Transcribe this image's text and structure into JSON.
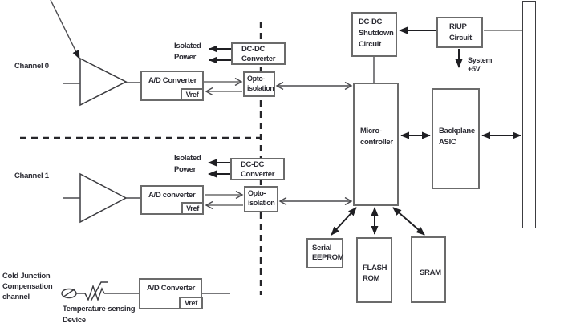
{
  "colors": {
    "text": "#2c2c34",
    "box_border": "#6b6b6b",
    "line": "#4a4a4e",
    "arrow": "#1f1f23",
    "dash": "#26262a",
    "background": "#ffffff"
  },
  "diagram": {
    "channel0": {
      "label": "Channel 0",
      "adc_label": "A/D Converter",
      "vref_label": "Vref",
      "isolated_line1": "Isolated",
      "isolated_line2": "Power",
      "dcdc_line1": "DC-DC",
      "dcdc_line2": "Converter",
      "opto_line1": "Opto-",
      "opto_line2": "isolation"
    },
    "channel1": {
      "label": "Channel 1",
      "adc_label": "A/D converter",
      "vref_label": "Vref",
      "isolated_line1": "Isolated",
      "isolated_line2": "Power",
      "dcdc_line1": "DC-DC",
      "dcdc_line2": "Converter",
      "opto_line1": "Opto-",
      "opto_line2": "isolation"
    },
    "cold_junction": {
      "label_line1": "Cold Junction",
      "label_line2": "Compensation",
      "label_line3": "channel",
      "sensor_line1": "Temperature-sensing",
      "sensor_line2": "Device",
      "adc_label": "A/D Converter",
      "vref_label": "Vref"
    },
    "dcdc_shutdown": {
      "line1": "DC-DC",
      "line2": "Shutdown",
      "line3": "Circuit"
    },
    "riup": {
      "line1": "RIUP",
      "line2": "Circuit"
    },
    "system_5v": {
      "line1": "System",
      "line2": "+5V"
    },
    "microcontroller": {
      "line1": "Micro-",
      "line2": "controller"
    },
    "backplane_asic": {
      "line1": "Backplane",
      "line2": "ASIC"
    },
    "serial_eeprom": {
      "line1": "Serial",
      "line2": "EEPROM"
    },
    "flash_rom": {
      "line1": "FLASH",
      "line2": "ROM"
    },
    "sram": {
      "label": "SRAM"
    }
  }
}
